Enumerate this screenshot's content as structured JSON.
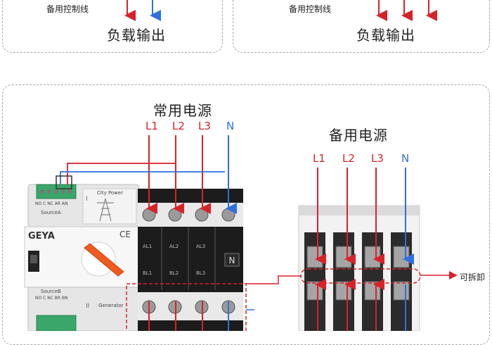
{
  "top_left": {
    "control_line": "备用控制线",
    "load_output": "负载输出"
  },
  "top_right": {
    "control_line": "备用控制线",
    "load_output": "负载输出"
  },
  "main": {
    "normal_power_title": "常用电源",
    "backup_power_title": "备用电源",
    "normal_lines": [
      "L1",
      "L2",
      "L3",
      "N"
    ],
    "backup_lines": [
      "L1",
      "L2",
      "L3",
      "N"
    ],
    "removable_label": "可拆卸",
    "device": {
      "brand": "GEYA",
      "source_a": "SourceA",
      "source_b": "SourceB",
      "city_power": "City Power",
      "generator": "Generator",
      "terminal_labels": "NO C NC AR AN",
      "terminal_labels_b": "NO C NC BR BN",
      "upper_phase_labels": [
        "AL1",
        "AL2",
        "AL3",
        "N"
      ],
      "lower_phase_labels": [
        "BL1",
        "BL2",
        "BL3",
        "N"
      ],
      "badge_i": "I",
      "badge_ii": "II",
      "ce": "CE"
    }
  },
  "colors": {
    "line_red": "#d7222a",
    "line_blue": "#2f6fe0",
    "body_black": "#1c1c1c"
  }
}
